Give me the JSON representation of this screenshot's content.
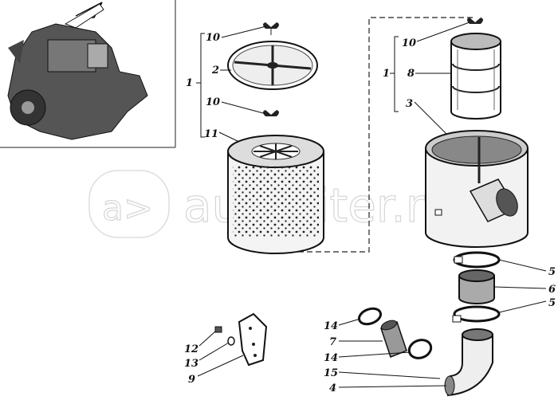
{
  "watermark": {
    "logo_text": "a>",
    "site": "autopiter.ru"
  },
  "callouts": {
    "left_group": {
      "assembly": "1",
      "wing_nut_top": "10",
      "cover": "2",
      "wing_nut_mid": "10",
      "filter": "11"
    },
    "right_group": {
      "assembly": "1",
      "wing_nut": "10",
      "element": "8",
      "housing": "3"
    },
    "lower_right": {
      "clamp_top": "5",
      "sleeve": "6",
      "clamp_bottom": "5",
      "clamp_a": "14",
      "hose": "7",
      "clamp_b": "14",
      "screw": "15",
      "elbow": "4"
    },
    "bracket": {
      "bolt": "12",
      "washer": "13",
      "bracket": "9"
    }
  }
}
